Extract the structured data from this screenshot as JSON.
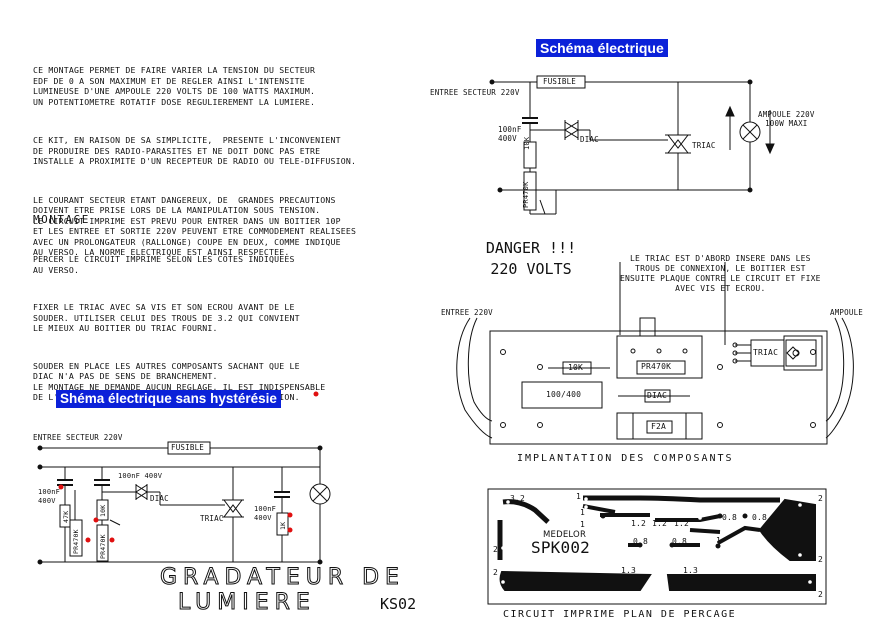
{
  "intro": {
    "p1": "CE MONTAGE PERMET DE FAIRE VARIER LA TENSION DU SECTEUR\nEDF DE 0 A SON MAXIMUM ET DE REGLER AINSI L'INTENSITE\nLUMINEUSE D'UNE AMPOULE 220 VOLTS DE 100 WATTS MAXIMUM.\nUN POTENTIOMETRE ROTATIF DOSE REGULIEREMENT LA LUMIERE.",
    "p2": "CE KIT, EN RAISON DE SA SIMPLICITE,  PRESENTE L'INCONVENIENT\nDE PRODUIRE DES RADIO-PARASITES ET NE DOIT DONC PAS ETRE\nINSTALLE A PROXIMITE D'UN RECEPTEUR DE RADIO OU TELE-DIFFUSION.",
    "p3": "LE COURANT SECTEUR ETANT DANGEREUX, DE  GRANDES PRECAUTIONS\nDOIVENT ETRE PRISE LORS DE LA MANIPULATION SOUS TENSION.\nLE CIRCUIT IMPRIME EST PREVU POUR ENTRER DANS UN BOITIER 10P\nET LES ENTREE ET SORTIE 220V PEUVENT ETRE COMMODEMENT REALISEES\nAVEC UN PROLONGATEUR (RALLONGE) COUPE EN DEUX, COMME INDIQUE\nAU VERSO. LA NORME ELECTRIQUE EST AINSI RESPECTEE."
  },
  "montage": {
    "title": "MONTAGE",
    "p1": "PERCER LE CIRCUIT IMPRIME SELON LES COTES INDIQUEES\nAU VERSO.",
    "p2": "FIXER LE TRIAC AVEC SA VIS ET SON ECROU AVANT DE LE\nSOUDER. UTILISER CELUI DES TROUS DE 3.2 QUI CONVIENT\nLE MIEUX AU BOITIER DU TRIAC FOURNI.",
    "p3": "SOUDER EN PLACE LES AUTRES COMPOSANTS SACHANT QUE LE\nDIAC N'A PAS DE SENS DE BRANCHEMENT.\nLE MONTAGE NE DEMANDE AUCUN REGLAGE. IL EST INDISPENSABLE\nDE L'ISOLER PARFAITEMENT AVANT SA MISE SOUS TENSION."
  },
  "headings": {
    "schema": "Schéma électrique",
    "schema_sans": "Shéma électrique sans hystérésie"
  },
  "schematic1": {
    "entree": "ENTREE SECTEUR 220V",
    "fusible": "FUSIBLE",
    "cap": "100nF\n400V",
    "res": "10K",
    "pot": "PR470K",
    "diac": "DIAC",
    "triac": "TRIAC",
    "ampoule": "AMPOULE 220V\n100W MAXI"
  },
  "danger": {
    "line1": "DANGER !!!",
    "line2": "220 VOLTS"
  },
  "triac_note": "LE TRIAC EST D'ABORD INSERE DANS LES\nTROUS DE CONNEXION, LE BOITIER EST\nENSUITE PLAQUE CONTRE LE CIRCUIT ET FIXE\nAVEC VIS ET ECROU.",
  "implantation": {
    "entree": "ENTREE 220V",
    "ampoule": "AMPOULE",
    "res": "10K",
    "pot": "PR470K",
    "cap": "100/400",
    "diac": "DIAC",
    "fuse": "F2A",
    "triac": "TRIAC",
    "caption": "IMPLANTATION DES COMPOSANTS"
  },
  "schematic2": {
    "entree": "ENTREE SECTEUR 220V",
    "fusible": "FUSIBLE",
    "cap1": "100nF 400V",
    "cap2": "100nF\n400V",
    "cap3": "100nF\n400V",
    "r1": "47K",
    "r2": "10K",
    "r3": "1K",
    "pot": "PR470K",
    "pot2": "PR470K",
    "diac": "DIAC",
    "triac": "TRIAC"
  },
  "pcb": {
    "labels": [
      "3.2",
      "1",
      "2",
      "1.2",
      "1.2",
      "1.2",
      "0.8",
      "0.8",
      "0.8",
      "0.8",
      "1",
      "1",
      "1",
      "1.3",
      "1.3",
      "2",
      "2",
      "2",
      "2"
    ],
    "brand": "MEDELOR",
    "ref": "SPK002",
    "caption": "CIRCUIT IMPRIME PLAN DE PERCAGE"
  },
  "title": {
    "line1": "GRADATEUR DE",
    "line2": "LUMIERE",
    "ref": "KS02"
  }
}
